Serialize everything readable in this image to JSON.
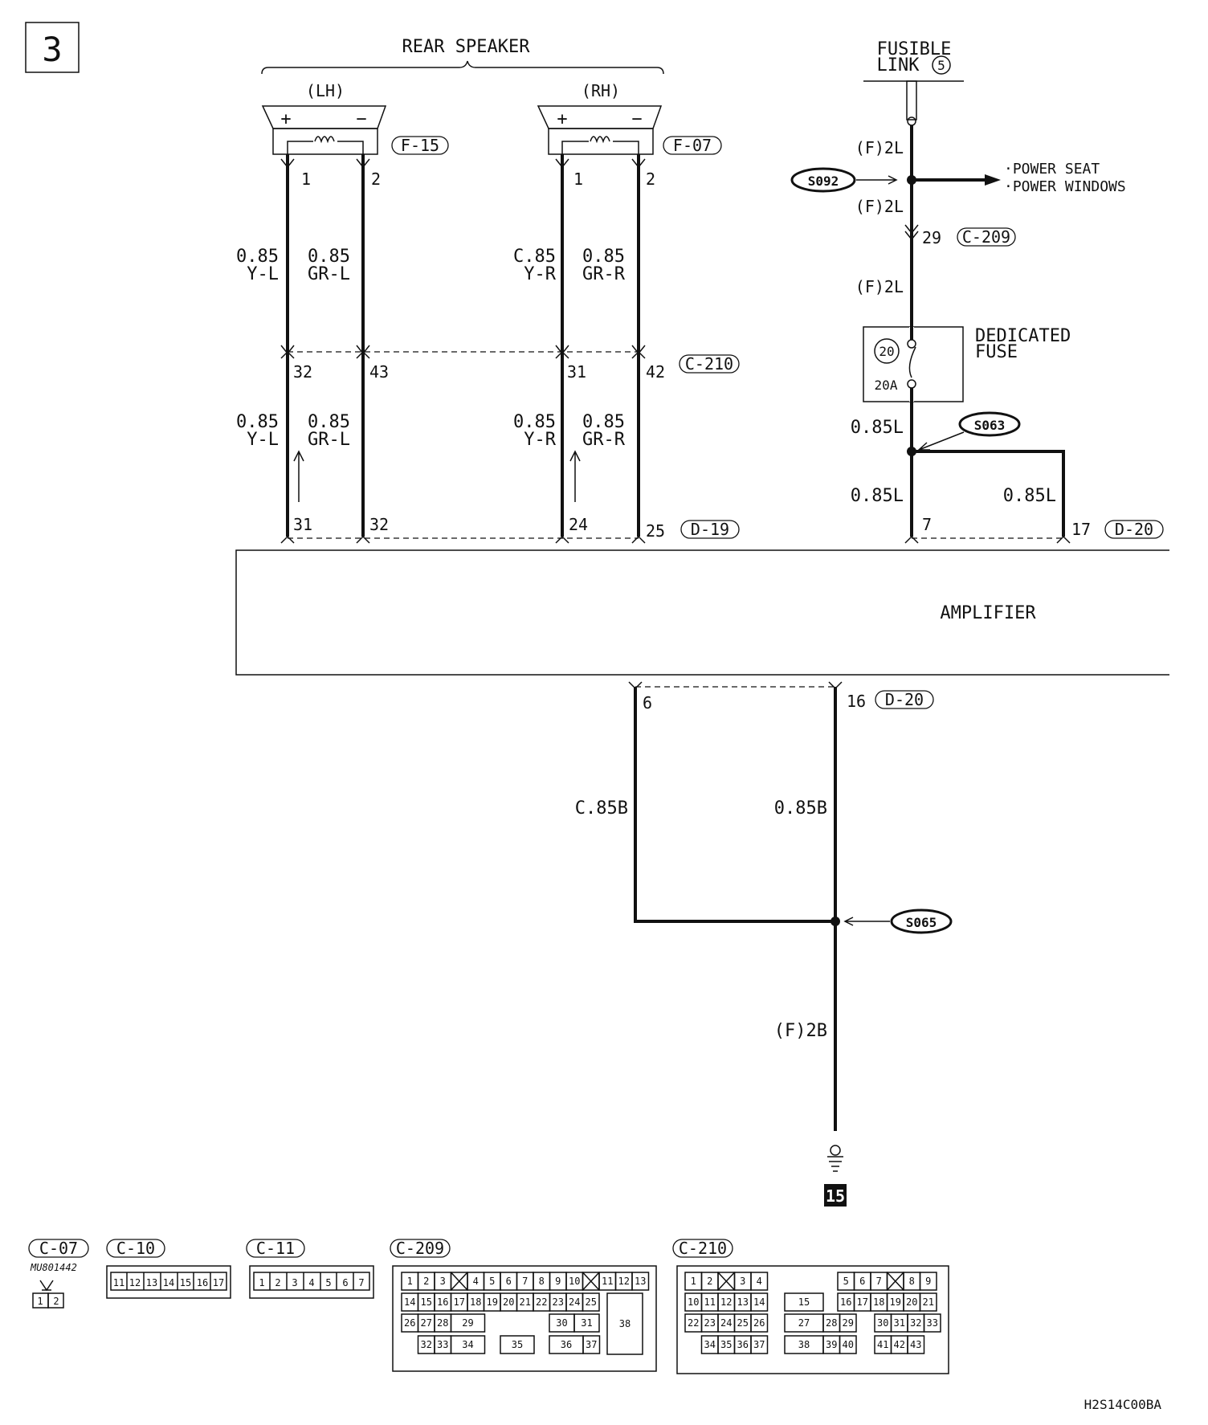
{
  "page_number": "3",
  "rear_speaker": {
    "title": "REAR SPEAKER",
    "lh": {
      "label": "(LH)",
      "connector": "F-15",
      "plus": "+",
      "minus": "−",
      "pin1": "1",
      "pin2": "2"
    },
    "rh": {
      "label": "(RH)",
      "connector": "F-07",
      "plus": "+",
      "minus": "−",
      "pin1": "1",
      "pin2": "2"
    }
  },
  "wires_upper": {
    "lh1": {
      "gauge": "0.85",
      "color": "Y-L"
    },
    "lh2": {
      "gauge": "0.85",
      "color": "GR-L"
    },
    "rh1": {
      "gauge": "C.85",
      "color": "Y-R"
    },
    "rh2": {
      "gauge": "0.85",
      "color": "GR-R"
    }
  },
  "c210_pins": {
    "connector": "C-210",
    "p1": "32",
    "p2": "43",
    "p3": "31",
    "p4": "42"
  },
  "wires_lower": {
    "lh1": {
      "gauge": "0.85",
      "color": "Y-L"
    },
    "lh2": {
      "gauge": "0.85",
      "color": "GR-L"
    },
    "rh1": {
      "gauge": "0.85",
      "color": "Y-R"
    },
    "rh2": {
      "gauge": "0.85",
      "color": "GR-R"
    }
  },
  "d19_pins": {
    "connector": "D-19",
    "p1": "31",
    "p2": "32",
    "p3": "24",
    "p4": "25"
  },
  "power": {
    "fusible_link_line1": "FUSIBLE",
    "fusible_link_line2": "LINK",
    "fusible_link_num": "5",
    "w1": "(F)2L",
    "splice_s092": "S092",
    "out1": "·POWER SEAT",
    "out2": "·POWER WINDOWS",
    "w2": "(F)2L",
    "c209_pin": "29",
    "c209_conn": "C-209",
    "w3": "(F)2L",
    "fuse_label1": "DEDICATED",
    "fuse_label2": "FUSE",
    "fuse_num": "20",
    "fuse_amp": "20A",
    "w4": "0.85L",
    "splice_s063": "S063",
    "w5": "0.85L",
    "w6": "0.85L",
    "d20_pin7": "7",
    "d20_pin17": "17",
    "d20_conn": "D-20"
  },
  "amplifier_label": "AMPLIFIER",
  "ground": {
    "pin6": "6",
    "pin16": "16",
    "conn": "D-20",
    "w1": "C.85B",
    "w2": "0.85B",
    "splice_s065": "S065",
    "w3": "(F)2B",
    "ground_num": "15"
  },
  "connectors": {
    "c07": {
      "name": "C-07",
      "part": "MU801442",
      "pins": [
        "1",
        "2"
      ]
    },
    "c10": {
      "name": "C-10",
      "pins": [
        "11",
        "12",
        "13",
        "14",
        "15",
        "16",
        "17"
      ]
    },
    "c11": {
      "name": "C-11",
      "pins": [
        "1",
        "2",
        "3",
        "4",
        "5",
        "6",
        "7"
      ]
    },
    "c209": {
      "name": "C-209",
      "row1": [
        "1",
        "2",
        "3",
        "",
        "4",
        "5",
        "6",
        "7",
        "8",
        "9",
        "10",
        "",
        "11",
        "12",
        "13"
      ],
      "row2": [
        "14",
        "15",
        "16",
        "17",
        "18",
        "19",
        "20",
        "21",
        "22",
        "23",
        "24",
        "25"
      ],
      "row3": [
        "26",
        "27",
        "28",
        "29",
        "30",
        "31"
      ],
      "row4": [
        "32",
        "33",
        "34",
        "35",
        "36",
        "37"
      ],
      "big": "38"
    },
    "c210": {
      "name": "C-210",
      "row1a": [
        "1",
        "2",
        "",
        "3",
        "4"
      ],
      "row1b": [
        "5",
        "6",
        "7",
        "",
        "8",
        "9"
      ],
      "row2a": [
        "10",
        "11",
        "12",
        "13",
        "14"
      ],
      "row2mid": "15",
      "row2b": [
        "16",
        "17",
        "18",
        "19",
        "20",
        "21"
      ],
      "row3a": [
        "22",
        "23",
        "24",
        "25",
        "26"
      ],
      "row3mid": [
        "27",
        "28",
        "29"
      ],
      "row3b": [
        "30",
        "31",
        "32",
        "33"
      ],
      "row4a": [
        "34",
        "35",
        "36",
        "37"
      ],
      "row4mid": [
        "38",
        "39",
        "40"
      ],
      "row4b": [
        "41",
        "42",
        "43"
      ]
    }
  },
  "diagram_code": "H2S14C00BA"
}
